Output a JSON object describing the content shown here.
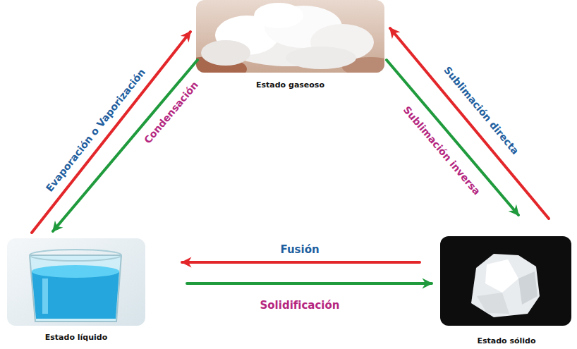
{
  "diagram": {
    "nodes": [
      {
        "text": [
          "Estado gaseoso"
        ]
      },
      {
        "text": [
          "Estado líquido"
        ]
      },
      {
        "text": [
          "Estado sólido"
        ]
      }
    ],
    "edges": [
      {
        "from": 1,
        "to": 0,
        "arrow": "to",
        "label": "Evaporación o Vaporización"
      },
      {
        "from": 0,
        "to": 1,
        "arrow": "to",
        "label": "Condensación"
      },
      {
        "from": 0,
        "to": 2,
        "arrow": "to",
        "label": "Sublimación inversa"
      },
      {
        "from": 2,
        "to": 0,
        "arrow": "to",
        "label": "Sublimación directa"
      },
      {
        "from": 2,
        "to": 1,
        "arrow": "to",
        "label": "Fusión"
      },
      {
        "from": 1,
        "to": 2,
        "arrow": "to",
        "label": "Solidificación"
      }
    ]
  }
}
